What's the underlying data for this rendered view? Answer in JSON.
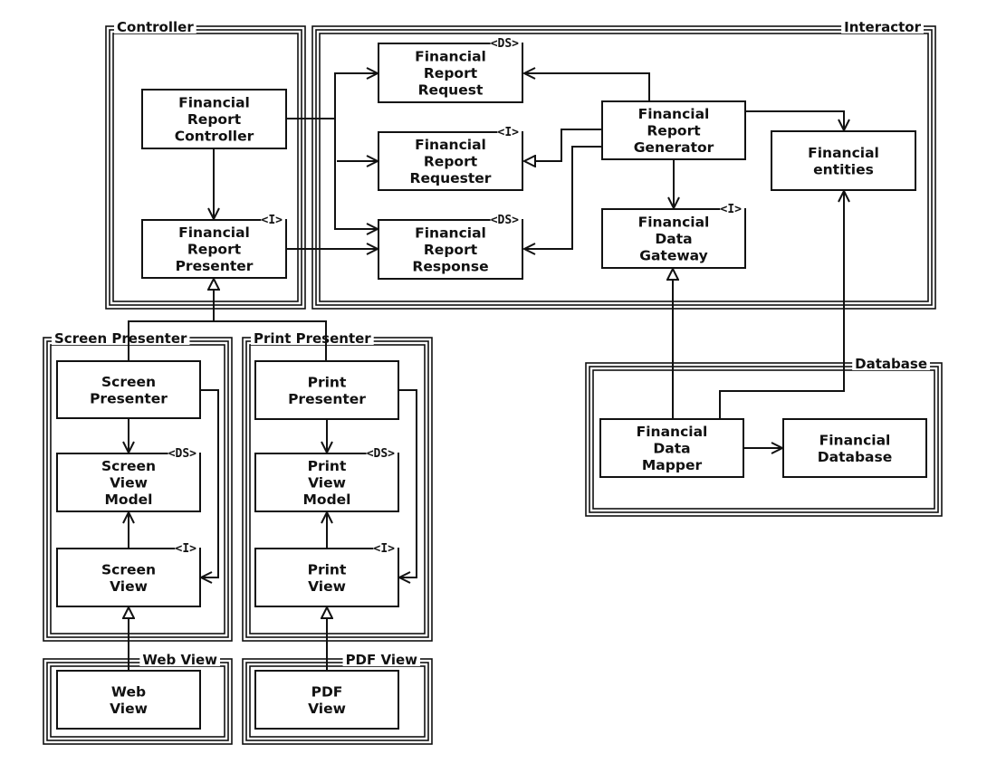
{
  "diagram": {
    "title": "Financial Report Architecture",
    "containers": [
      {
        "id": "controller",
        "title": "Controller",
        "title_align": "left"
      },
      {
        "id": "interactor",
        "title": "Interactor",
        "title_align": "right"
      },
      {
        "id": "screen_presenter",
        "title": "Screen Presenter",
        "title_align": "left"
      },
      {
        "id": "print_presenter",
        "title": "Print Presenter",
        "title_align": "left"
      },
      {
        "id": "web_view",
        "title": "Web View",
        "title_align": "right"
      },
      {
        "id": "pdf_view",
        "title": "PDF View",
        "title_align": "right"
      },
      {
        "id": "database",
        "title": "Database",
        "title_align": "right"
      }
    ],
    "nodes": [
      {
        "id": "fr_controller",
        "lines": [
          "Financial",
          "Report",
          "Controller"
        ],
        "stereotype": "",
        "container": "controller"
      },
      {
        "id": "fr_presenter",
        "lines": [
          "Financial",
          "Report",
          "Presenter"
        ],
        "stereotype": "<I>",
        "container": "controller"
      },
      {
        "id": "fr_request",
        "lines": [
          "Financial",
          "Report",
          "Request"
        ],
        "stereotype": "<DS>",
        "container": "interactor"
      },
      {
        "id": "fr_requester",
        "lines": [
          "Financial",
          "Report",
          "Requester"
        ],
        "stereotype": "<I>",
        "container": "interactor"
      },
      {
        "id": "fr_response",
        "lines": [
          "Financial",
          "Report",
          "Response"
        ],
        "stereotype": "<DS>",
        "container": "interactor"
      },
      {
        "id": "fr_generator",
        "lines": [
          "Financial",
          "Report",
          "Generator"
        ],
        "stereotype": "",
        "container": "interactor"
      },
      {
        "id": "fin_entities",
        "lines": [
          "Financial",
          "entities"
        ],
        "stereotype": "",
        "container": "interactor"
      },
      {
        "id": "fd_gateway",
        "lines": [
          "Financial",
          "Data",
          "Gateway"
        ],
        "stereotype": "<I>",
        "container": "interactor"
      },
      {
        "id": "screen_presenter_node",
        "lines": [
          "Screen",
          "Presenter"
        ],
        "stereotype": "",
        "container": "screen_presenter"
      },
      {
        "id": "screen_view_model",
        "lines": [
          "Screen",
          "View",
          "Model"
        ],
        "stereotype": "<DS>",
        "container": "screen_presenter"
      },
      {
        "id": "screen_view",
        "lines": [
          "Screen",
          "View"
        ],
        "stereotype": "<I>",
        "container": "screen_presenter"
      },
      {
        "id": "print_presenter_node",
        "lines": [
          "Print",
          "Presenter"
        ],
        "stereotype": "",
        "container": "print_presenter"
      },
      {
        "id": "print_view_model",
        "lines": [
          "Print",
          "View",
          "Model"
        ],
        "stereotype": "<DS>",
        "container": "print_presenter"
      },
      {
        "id": "print_view",
        "lines": [
          "Print",
          "View"
        ],
        "stereotype": "<I>",
        "container": "print_presenter"
      },
      {
        "id": "web_view_node",
        "lines": [
          "Web",
          "View"
        ],
        "stereotype": "",
        "container": "web_view"
      },
      {
        "id": "pdf_view_node",
        "lines": [
          "PDF",
          "View"
        ],
        "stereotype": "",
        "container": "pdf_view"
      },
      {
        "id": "fd_mapper",
        "lines": [
          "Financial",
          "Data",
          "Mapper"
        ],
        "stereotype": "",
        "container": "database"
      },
      {
        "id": "fin_database",
        "lines": [
          "Financial",
          "Database"
        ],
        "stereotype": "",
        "container": "database"
      }
    ],
    "edges": [
      {
        "from": "fr_controller",
        "to": "fr_presenter",
        "type": "association"
      },
      {
        "from": "fr_controller",
        "to": "fr_request",
        "type": "association"
      },
      {
        "from": "fr_controller",
        "to": "fr_requester",
        "type": "association"
      },
      {
        "from": "fr_controller",
        "to": "fr_response",
        "type": "association"
      },
      {
        "from": "fr_presenter",
        "to": "fr_response",
        "type": "association"
      },
      {
        "from": "fr_generator",
        "to": "fr_request",
        "type": "association"
      },
      {
        "from": "fr_generator",
        "to": "fr_requester",
        "type": "realization"
      },
      {
        "from": "fr_generator",
        "to": "fr_response",
        "type": "association"
      },
      {
        "from": "fr_generator",
        "to": "fin_entities",
        "type": "association"
      },
      {
        "from": "fr_generator",
        "to": "fd_gateway",
        "type": "association"
      },
      {
        "from": "fd_mapper",
        "to": "fd_gateway",
        "type": "realization"
      },
      {
        "from": "fd_mapper",
        "to": "fin_entities",
        "type": "association"
      },
      {
        "from": "fd_mapper",
        "to": "fin_database",
        "type": "association"
      },
      {
        "from": "screen_presenter_node",
        "to": "fr_presenter",
        "type": "realization"
      },
      {
        "from": "print_presenter_node",
        "to": "fr_presenter",
        "type": "realization"
      },
      {
        "from": "screen_presenter_node",
        "to": "screen_view_model",
        "type": "association"
      },
      {
        "from": "screen_presenter_node",
        "to": "screen_view",
        "type": "association"
      },
      {
        "from": "screen_view",
        "to": "screen_view_model",
        "type": "association"
      },
      {
        "from": "print_presenter_node",
        "to": "print_view_model",
        "type": "association"
      },
      {
        "from": "print_presenter_node",
        "to": "print_view",
        "type": "association"
      },
      {
        "from": "print_view",
        "to": "print_view_model",
        "type": "association"
      },
      {
        "from": "web_view_node",
        "to": "screen_view",
        "type": "realization"
      },
      {
        "from": "pdf_view_node",
        "to": "print_view",
        "type": "realization"
      }
    ]
  }
}
